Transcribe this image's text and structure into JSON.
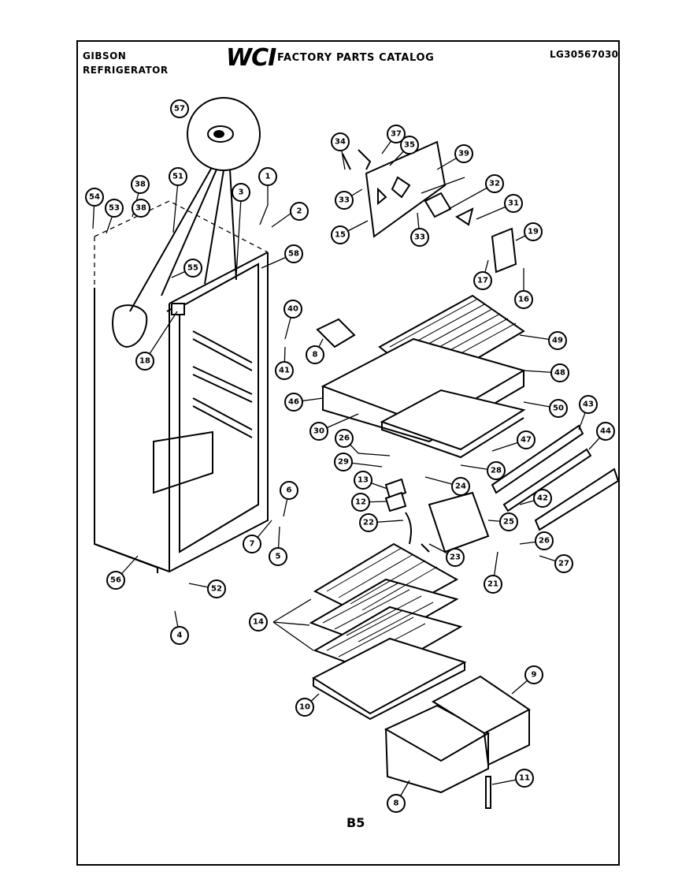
{
  "header": {
    "brand": "GIBSON",
    "model": "REFRIGERATOR",
    "logo": "WCI",
    "catalog_title": "FACTORY PARTS CATALOG",
    "part_number": "LG30567030"
  },
  "footer": {
    "page_id": "B5"
  },
  "callouts": [
    "57",
    "34",
    "37",
    "35",
    "39",
    "1",
    "51",
    "38",
    "3",
    "2",
    "54",
    "53",
    "38",
    "33",
    "32",
    "31",
    "15",
    "33",
    "58",
    "19",
    "55",
    "17",
    "16",
    "40",
    "18",
    "8",
    "49",
    "41",
    "48",
    "46",
    "50",
    "30",
    "43",
    "26",
    "47",
    "44",
    "29",
    "28",
    "13",
    "24",
    "12",
    "42",
    "6",
    "22",
    "25",
    "26",
    "7",
    "5",
    "23",
    "27",
    "21",
    "56",
    "52",
    "4",
    "14",
    "9",
    "10",
    "11",
    "8"
  ]
}
